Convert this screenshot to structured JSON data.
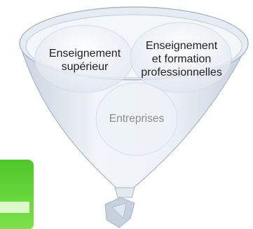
{
  "funnel": {
    "circles": [
      {
        "lines": [
          "Enseignement",
          "supérieur"
        ]
      },
      {
        "lines": [
          "Enseignement",
          "et formation",
          "professionnelles"
        ]
      },
      {
        "lines": [
          "Entreprises"
        ]
      }
    ]
  },
  "colors": {
    "funnel_outline": "#a9b6c6",
    "funnel_fill": "#dde4ee",
    "text_dark": "#1f1f1f",
    "text_muted": "#8c8c8c",
    "green_box": "#6ad83a",
    "green_box_light": "#dcf7c9",
    "arrow": "#a8b4c4"
  }
}
